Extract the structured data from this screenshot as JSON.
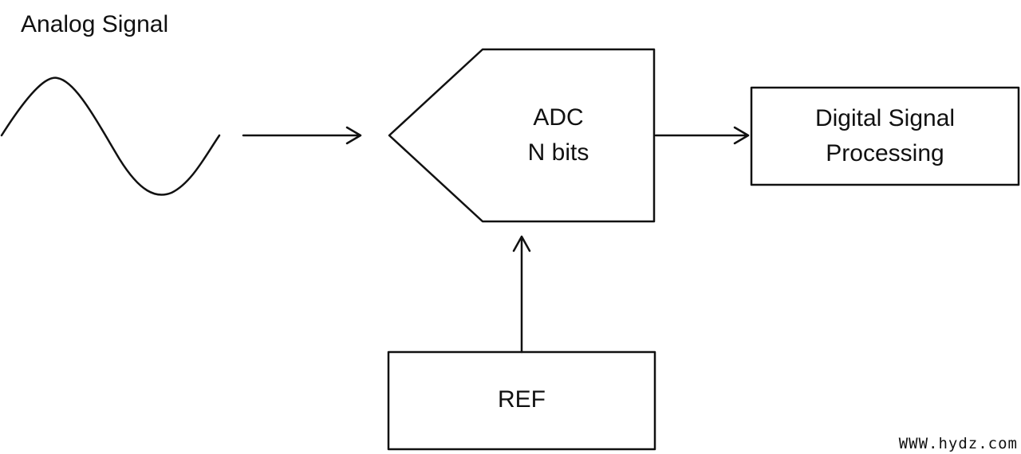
{
  "analog_label": "Analog Signal",
  "adc": {
    "line1": "ADC",
    "line2": "N bits"
  },
  "dsp": {
    "line1": "Digital Signal",
    "line2": "Processing"
  },
  "ref_label": "REF",
  "watermark": "WWW.hydz.com"
}
